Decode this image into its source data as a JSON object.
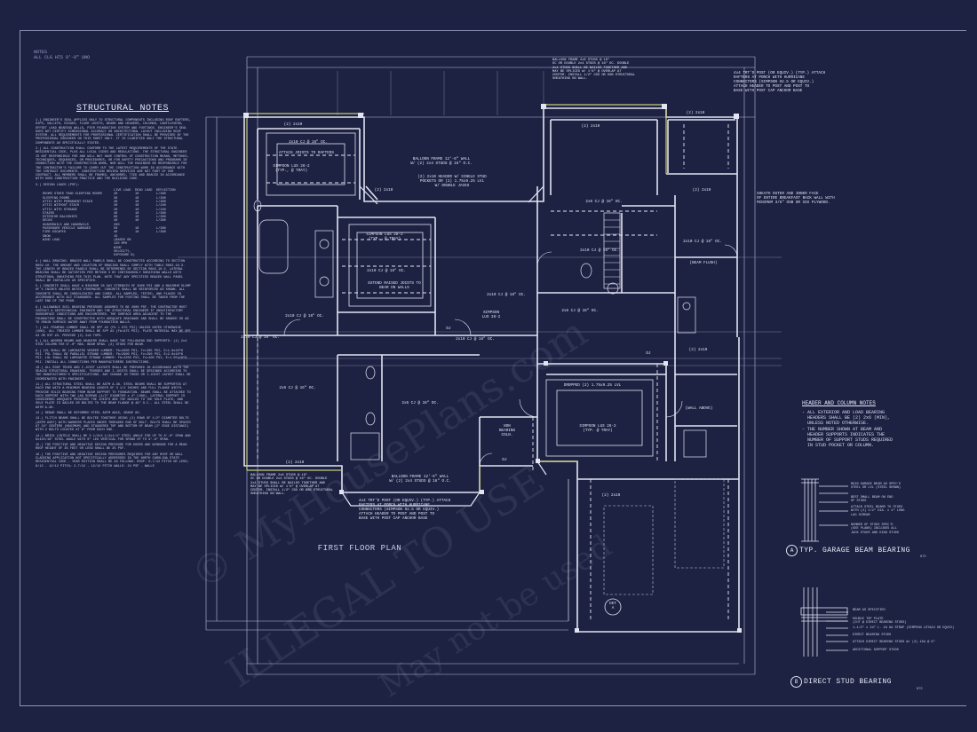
{
  "notes_header": {
    "line1": "NOTES",
    "line2": "ALL CLG HTS 9'-0\" UNO"
  },
  "structural_notes": {
    "title": "STRUCTURAL NOTES",
    "paragraphs": [
      "1.) ENGINEER'S SEAL APPLIES ONLY TO STRUCTURAL COMPONENTS INCLUDING ROOF RAFTERS, HIPS, VALLEYS, RIDGES, FLOOR JOISTS, BEAMS AND HEADERS, COLUMNS, CANTILEVERS, OFFSET LOAD BEARING WALLS, PIER FOUNDATION SYSTEM AND FOOTINGS. ENGINEER'S SEAL DOES NOT CERTIFY DIMENSIONAL ACCURACY OR ARCHITECTURAL LAYOUT INCLUDING ROOF SYSTEM. ALL REQUIREMENTS FOR PROFESSIONAL CERTIFICATION SHALL BE PROVIDED BY THE PROFESSIONAL ENGINEER ON THIS SHEET ONLY. IT IS CLARIFIED ONLY THE STRUCTURAL COMPONENTS AS SPECIFICALLY STATED.",
      "2.) ALL CONSTRUCTION SHALL CONFORM TO THE LATEST REQUIREMENTS OF THE STATE RESIDENTIAL CODE, PLUS ALL LOCAL CODES AND REGULATIONS. THE STRUCTURAL ENGINEER IS NOT RESPONSIBLE FOR AND WILL NOT HAVE CONTROL OF CONSTRUCTION MEANS, METHODS, TECHNIQUES, SEQUENCES, OR PROCEDURES, OR FOR SAFETY PRECAUTIONS AND PROGRAMS IN CONNECTION WITH THE CONSTRUCTION WORK, NOR WILL THE ENGINEER BE RESPONSIBLE FOR THE CONTRACTOR'S FAILURE TO CARRY OUT THE CONSTRUCTION WORK IN ACCORDANCE WITH THE CONTRACT DOCUMENTS. CONSTRUCTION REVIEW SERVICES ARE NOT PART OF OUR CONTRACT. ALL MEMBERS SHALL BE FRAMED, ANCHORED, TIED AND BRACED IN ACCORDANCE WITH GOOD CONSTRUCTION PRACTICE AND THE BUILDING CODE.",
      "3.) DESIGN LOADS (PSF):"
    ],
    "loads_header": [
      "",
      "LIVE LOAD",
      "DEAD LOAD",
      "DEFLECTION"
    ],
    "loads": [
      [
        "ROOMS OTHER THAN SLEEPING ROOMS",
        "40",
        "10",
        "L/360"
      ],
      [
        "SLEEPING ROOMS",
        "30",
        "10",
        "L/360"
      ],
      [
        "ATTIC WITH PERMANENT STAIR",
        "40",
        "10",
        "L/360"
      ],
      [
        "ATTIC WITHOUT STAIR",
        "20",
        "10",
        "L/240"
      ],
      [
        "ATTIC WITH STORAGE",
        "20",
        "10",
        "L/240"
      ],
      [
        "STAIRS",
        "40",
        "10",
        "L/360"
      ],
      [
        "EXTERIOR BALCONIES",
        "60",
        "10",
        "L/360"
      ],
      [
        "DECKS",
        "40",
        "10",
        "L/360"
      ],
      [
        "GUARDRAILS AND HANDRAILS",
        "200",
        "",
        ""
      ],
      [
        "PASSENGER VEHICLE GARAGES",
        "50",
        "10",
        "L/360"
      ],
      [
        "FIRE ESCAPES",
        "40",
        "10",
        "L/360"
      ],
      [
        "SNOW",
        "15",
        "",
        ""
      ],
      [
        "WIND LOAD",
        "(BASED ON 130 MPH WIND VELOCITY, EXPOSURE B)",
        "",
        ""
      ]
    ],
    "paragraphs2": [
      "4.) WALL BRACING: BRACED WALL PANELS SHALL BE CONSTRUCTED ACCORDING TO SECTION R602.10. THE AMOUNT AND LOCATION OF BRACING SHALL COMPLY WITH TABLE R602.10.3. THE LENGTH OF BRACED PANELS SHALL BE DETERMINED BY SECTION R602.10.5. LATERAL BRACING SHALL BE SATISFIED PER METHOD 3 BY CONTINUOUSLY SHEATHING WALLS WITH STRUCTURAL SHEATHING PER THIS PLAN. NOTE THAT ANY SPECIFIED BRACED WALL PANEL SHALL BE INSTALLED AS SPECIFIED.",
      "5.) CONCRETE SHALL HAVE A MINIMUM 28 DAY STRENGTH OF 3000 PSI AND A MAXIMUM SLUMP OF 5 INCHES UNLESS NOTED OTHERWISE. CONCRETE SHALL BE REINFORCED AS SHOWN. ALL CONCRETE SHALL BE CONSOLIDATED AND CURED. ALL SAMPLED, TESTED, AND PLACED IN ACCORDANCE WITH ACI STANDARDS. ALL SAMPLES FOR FOOTING SHALL BE TAKEN FROM THE LAST END OF THE POUR.",
      "6.) ALLOWABLE SOIL BEARING PRESSURE ASSUMED TO BE 2000 PSF. THE CONTRACTOR MUST CONTACT A GEOTECHNICAL ENGINEER AND THE STRUCTURAL ENGINEER IF UNSATISFACTORY SUBSURFACE CONDITIONS ARE ENCOUNTERED. THE SURFACE AREA ADJACENT TO THE FOUNDATION SHALL BE CONSTRUCTED WITH ADEQUATE DRAINAGE AND SHALL BE GRADED SO AS TO DRAIN SURFACE WATER AWAY FROM FOUNDATION WALLS.",
      "7.) ALL FRAMING LUMBER SHALL BE SPF #2 (Fb = 875 PSI) UNLESS NOTED OTHERWISE (UNO). ALL TREATED LUMBER SHALL BE SYP #2 (Fb=975 PSI). PLATE MATERIAL MAY BE SPF #3 OR SYP #3. PROVIDE (2) 2x6 TOPS.",
      "8.) ALL WOODEN BEAMS AND HEADERS SHALL HAVE THE FOLLOWING END SUPPORTS: (1) 2x4 STUD COLUMN FOR 6'-0\" MAX. BEAM SPAN. (2) STUDS FOR BEAM.",
      "9.) LVL SHALL BE LAMINATED VENEER LUMBER: Fb=2600 PSI, Fv=285 PSI, E=1.9x10^6 PSI. PSL SHALL BE PARALLEL STRAND LUMBER: Fb=2900 PSI, Fv=290 PSI, E=2.0x10^6 PSI. LSL SHALL BE LAMINATED STRAND LUMBER: Fb=2250 PSI, Fv=400 PSI, E=1.55x10^6 PSI. INSTALL ALL CONNECTIONS PER MANUFACTURERS INSTRUCTIONS.",
      "10.) ALL ROOF TRUSS AND I-JOIST LAYOUTS SHALL BE PREPARED IN ACCORDANCE WITH THE SEALED STRUCTURAL DRAWINGS. TRUSSES AND I-JOISTS SHALL BE DESIGNED ACCORDING TO THE MANUFACTURER'S SPECIFICATIONS. ANY CHANGE IN TRUSS OR I-JOIST LAYOUT SHALL BE COORDINATED WITH ENGINEER.",
      "11.) ALL STRUCTURAL STEEL SHALL BE ASTM A-36. STEEL BEAMS SHALL BE SUPPORTED AT EACH END WITH A MINIMUM BEARING LENGTH OF 3 1/2 INCHES AND FULL FLANGE WIDTH. PROVIDE SOLID BEARING FROM BEAM SUPPORT TO FOUNDATION. BEAMS SHALL BE ATTACHED TO EACH SUPPORT WITH TWO LAG SCREWS (1/2\" DIAMETER x 4\" LONG). LATERAL SUPPORT IS CONSIDERED ADEQUATE PROVIDED THE JOISTS ARE TOE NAILED TO THE SOLE PLATE, AND SOLE PLATE IS NAILED OR BOLTED TO THE BEAM FLANGE @ 48\" O.C.. ALL STEEL SHALL BE ASTM A-36.",
      "12.) REBAR SHALL BE DEFORMED STEEL ASTM A615, GRADE 60.",
      "13.) FLITCH BEAMS SHALL BE BOLTED TOGETHER USING (2) ROWS OF 1/2\" DIAMETER BOLTS (ASTM A307) WITH WASHERS PLACED UNDER THREADED END OF BOLT. BOLTS SHALL BE SPACED AT 24\" CENTERS (MAXIMUM) AND STAGGERED TOP AND BOTTOM OF BEAM (2\" EDGE DISTANCE) WITH 2 BOLTS LOCATED AT 6\" FROM EACH END.",
      "14.) BRICK LINTELS SHALL BE 3 1/2x3 1/2x1/4\" STEEL ANGLE FOR UP TO 6'-0\" SPAN AND 6x4x5/16\" STEEL ANGLE WITH 6\" LEG VERTICAL FOR SPANS UP TO 9'-6\" SPAN.",
      "15.) THE POSITIVE AND NEGATIVE DESIGN PRESSURE FOR DOORS AND WINDOWS FOR A MEAN ROOF HEIGHT OF 35 FEET OR LESS SHALL BE 25 PSF.",
      "16.) THE POSITIVE AND NEGATIVE DESIGN PRESSURES REQUIRED FOR ANY ROOF OR WALL CLADDING APPLICATION NOT SPECIFICALLY ADDRESSED IN THE NORTH CAROLINA STATE RESIDENTIAL CODE - YEAR EDITION SHALL BE AS FOLLOWS: ROOF: 0-7/12 PITCH OR LESS; 8/12 - 12/12 PITCH; 2-7/12 - 12/12 PITCH WALLS: 24 PSF - WALLS"
    ]
  },
  "plan": {
    "title": "FIRST FLOOR PLAN",
    "callouts": {
      "top_balloon": "BALLOON FRAME 12'-6\" WALL\nW/ (2) 2x4 STUDS @ 16\" O.C.",
      "top_header": "(2) 2x10 HEADER W/ SINGLE STUD\nPOCKETS OR (2) 1.75x9.25 LVL\nW/ DOUBLE JACKS",
      "top_right_balloon": "BALLOON FRAME 2x6 STUDS @ 16\"\nOC OR DOUBLE 2x4 STUDS @ 16\" OC. DOUBLE\n2x4 STUDS SHALL BE NAILED TOGETHER AND\nMAY BE SPLICED W/ 1'6\" @ OVERLAP AT\nCENTER. INSTALL 1/2\" CDX OR OSB STRUCTURAL\nSHEATHING ON WALL.",
      "top_right_4x4": "4x4 TRT'D POST (OR EQUIV.) (TYP.) ATTACH\nRAFTERS AT PORCH WITH HURRICANE\nCONNECTORS (SIMPSON H2.5 OR EQUIV.)\nATTACH HEADER TO POST AND POST TO\nBASE WITH POST CAP ANCHOR BASE",
      "attach_joists": "ATTACH JOISTS TO RAFTERS",
      "simpson_lus_left": "SIMPSON LUS 28-2\n(TYP., @ TRAY)",
      "simpson_lus_mid": "SIMPSON LUS 28-2\n(TYP., @ TRAY)",
      "extend_joists": "EXTEND RAISED JOISTS TO\nBEAR ON WALLS",
      "sheath": "SHEATH OUTER AND INNER FACE\nOF ENTIRE BREAKFAST BACK WALL WITH\nMINIMUM 3/8\" OSB OR CDX PLYWOOD.",
      "beam_flush": "(BEAM FLUSH)",
      "simpson_mid": "SIMPSON\nLUS 28-2",
      "bot_left_balloon": "BALLOON FRAME 2x6 STUDS @ 16\"\nOC OR DOUBLE 2x4 STUDS @ 16\" OC. DOUBLE\n2x4 STUDS SHALL BE NAILED TOGETHER AND\nMAY BE SPLICED W/ 1'6\" @ OVERLAP AT\nCENTER. INSTALL 1/2\" CDX OR OSB STRUCTURAL\nSHEATHING ON WALL.",
      "bot_balloon": "BALLOON FRAME 12'-6\" WALL\nW/ (2) 2x4 STUDS @ 16\" O.C.",
      "bot_4x4": "4x4 TRT'D POST (OR EQUIV.) (TYP.) ATTACH\nRAFTERS AT PORCH WITH HURRICANE\nCONNECTORS (SIMPSON H2.5 OR EQUIV.)\nATTACH HEADER TO POST AND POST TO\nBASE WITH POST CAP ANCHOR BASE",
      "non_bearing": "NON\nBEARING\nCOLN.",
      "simpson_hus": "SIMPSON LUS 28-2\n(TYP. @ TRAY)",
      "det": "DET\nA",
      "wall_above": "(WALL ABOVE)",
      "dropped": "DROPPED (2) 1.75x9.25 LVL"
    },
    "joists": [
      "2x10 CJ @ 16\" OC.",
      "2x6 CJ @ 16\" OC.",
      "2x10 CJ @ 16\" OC.",
      "2x10 CJ @ 16\" OC.",
      "2x10 CJ @ 16\" OC.",
      "2x6 CJ @ 16\" OC.",
      "2x6 CJ @ 16\" OC.",
      "2x6 CJ @ 16\" OC.",
      "2x10 CJ @ 16\" OC.",
      "2x10 CJ @ 16\" OC.",
      "2x10 CJ @ 16\" OC.",
      "2x10 CJ @ 16\" OC."
    ],
    "headers": [
      "(2) 2x10",
      "(2) 2x10",
      "(2) 2x10",
      "(2) 2x10",
      "(2) 2x10",
      "(2) 2x10",
      "(2) 2x10",
      "(2) 2x10",
      "DJ",
      "DJ",
      "DJ"
    ]
  },
  "header_column_notes": {
    "title": "HEADER AND COLUMN NOTES",
    "lines": [
      "- ALL EXTERIOR AND LOAD BEARING",
      "  HEADERS SHALL BE (2) 2x6 (MIN),",
      "  UNLESS NOTED OTHERWISE.",
      "- THE NUMBER SHOWN AT BEAM AND",
      "  HEADER SUPPORTS INDICATES THE",
      "  NUMBER OF SUPPORT STUDS REQUIRED",
      "  IN STUD POCKET OR COLUMN."
    ]
  },
  "detail_a": {
    "marker": "A",
    "title": "TYP. GARAGE BEAM BEARING",
    "nts": "NTS",
    "labels": [
      "MAIN GARAGE BEAM AS SPEC'D\nSTEEL OR LVL (STEEL SHOWN)",
      "BEST SMALL BEAM ON END\nOF STUDS",
      "ATTACH STEEL BEAMS TO STUDS\nWITH (2) 1/2\" DIA. x 4\" LONG\nLAG SCREWS",
      "NUMBER OF STUDS SPEC'D\n(SEE PLANS) INCLUDES ALL\nJACK STUDS AND KING STUDS"
    ]
  },
  "detail_b": {
    "marker": "B",
    "title": "DIRECT STUD BEARING",
    "nts": "NTS",
    "labels": [
      "BEAM AS SPECIFIED",
      "DOUBLE TOP PLATE\n(CUT @ DIRECT BEARING STUDS)",
      "1-1/2\" x 24\" L. 18 GA STRAP (SIMPSON LSTA24 OR EQUIV)",
      "DIRECT BEARING STUDS",
      "ATTACH DIRECT BEARING STUDS W/ (3) 10d @ 8\"",
      "ADDITIONAL SUPPORT STUDS"
    ]
  },
  "watermarks": [
    "© MyHousePlans.com",
    "ILLEGAL TO USE",
    "May not be used"
  ],
  "colors": {
    "background": "#1d2242",
    "line": "#d4d8ee",
    "wall": "#c7ca7a"
  }
}
